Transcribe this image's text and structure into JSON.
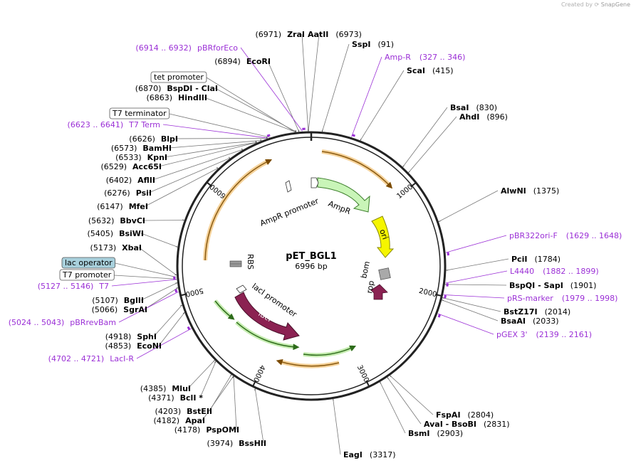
{
  "credit": {
    "prefix": "Created by",
    "brand": "SnapGene"
  },
  "plasmid": {
    "name": "pET_BGL1",
    "size_label": "6996 bp",
    "length": 6996
  },
  "colors": {
    "primer": "#9b30d6",
    "enzyme_text": "#000000",
    "coords_text": "#000000",
    "line": "#777777",
    "backbone": "#222222",
    "ampr": "#c9f5b8",
    "ori": "#f5f500",
    "laci": "#8b2252",
    "rop": "#8b2252",
    "bom": "#a9a9a9",
    "orf": "#f5b042",
    "orf_green": "#6cc24a"
  },
  "ticks": [
    {
      "label": "1000",
      "pos": 1000
    },
    {
      "label": "2000",
      "pos": 2000
    },
    {
      "label": "3000",
      "pos": 3000
    },
    {
      "label": "4000",
      "pos": 4000
    },
    {
      "label": "5000",
      "pos": 5000
    },
    {
      "label": "6000",
      "pos": 6000
    }
  ],
  "inner_labels": {
    "ampr_promoter": "AmpR promoter",
    "ampr": "AmpR",
    "ori": "ori",
    "bom": "bom",
    "rop": "rop",
    "lacI_promoter": "lacI promoter",
    "lacI": "lacI",
    "rbs": "RBS"
  },
  "enzymes_right": [
    {
      "name": "AatII",
      "coord": "(6973)",
      "pos": 6973
    },
    {
      "name": "SspI",
      "coord": "(91)",
      "pos": 91
    },
    {
      "name": "ScaI",
      "coord": "(415)",
      "pos": 415
    },
    {
      "name": "BsaI",
      "coord": "(830)",
      "pos": 830
    },
    {
      "name": "AhdI",
      "coord": "(896)",
      "pos": 896
    },
    {
      "name": "AlwNI",
      "coord": "(1375)",
      "pos": 1375
    },
    {
      "name": "PciI",
      "coord": "(1784)",
      "pos": 1784
    },
    {
      "name": "BspQI - SapI",
      "coord": "(1901)",
      "pos": 1901
    },
    {
      "name": "BstZ17I",
      "coord": "(2014)",
      "pos": 2014
    },
    {
      "name": "BsaAI",
      "coord": "(2033)",
      "pos": 2033
    },
    {
      "name": "FspAI",
      "coord": "(2804)",
      "pos": 2804
    },
    {
      "name": "AvaI - BsoBI",
      "coord": "(2831)",
      "pos": 2831
    },
    {
      "name": "BsmI",
      "coord": "(2903)",
      "pos": 2903
    },
    {
      "name": "EagI",
      "coord": "(3317)",
      "pos": 3317
    }
  ],
  "enzymes_left": [
    {
      "name": "ZraI",
      "coord": "(6971)",
      "pos": 6971
    },
    {
      "name": "EcoRI",
      "coord": "(6894)",
      "pos": 6894
    },
    {
      "name": "BspDI - ClaI",
      "coord": "(6870)",
      "pos": 6870
    },
    {
      "name": "HindIII",
      "coord": "(6863)",
      "pos": 6863
    },
    {
      "name": "BlpI",
      "coord": "(6626)",
      "pos": 6626
    },
    {
      "name": "BamHI",
      "coord": "(6573)",
      "pos": 6573
    },
    {
      "name": "KpnI",
      "coord": "(6533)",
      "pos": 6533
    },
    {
      "name": "Acc65I",
      "coord": "(6529)",
      "pos": 6529
    },
    {
      "name": "AflII",
      "coord": "(6402)",
      "pos": 6402
    },
    {
      "name": "PsiI",
      "coord": "(6276)",
      "pos": 6276
    },
    {
      "name": "MfeI",
      "coord": "(6147)",
      "pos": 6147
    },
    {
      "name": "BbvCI",
      "coord": "(5632)",
      "pos": 5632
    },
    {
      "name": "BsiWI",
      "coord": "(5405)",
      "pos": 5405
    },
    {
      "name": "XbaI",
      "coord": "(5173)",
      "pos": 5173
    },
    {
      "name": "BglII",
      "coord": "(5107)",
      "pos": 5107
    },
    {
      "name": "SgrAI",
      "coord": "(5066)",
      "pos": 5066
    },
    {
      "name": "SphI",
      "coord": "(4918)",
      "pos": 4918
    },
    {
      "name": "EcoNI",
      "coord": "(4853)",
      "pos": 4853
    },
    {
      "name": "MluI",
      "coord": "(4385)",
      "pos": 4385
    },
    {
      "name": "BclI *",
      "coord": "(4371)",
      "pos": 4371
    },
    {
      "name": "BstEII",
      "coord": "(4203)",
      "pos": 4203
    },
    {
      "name": "ApaI",
      "coord": "(4182)",
      "pos": 4182
    },
    {
      "name": "PspOMI",
      "coord": "(4178)",
      "pos": 4178
    },
    {
      "name": "BssHII",
      "coord": "(3974)",
      "pos": 3974
    }
  ],
  "primers": [
    {
      "name": "pBRforEco",
      "coord": "(6914 .. 6932)",
      "pos": 6923,
      "side": "left"
    },
    {
      "name": "T7 Term",
      "coord": "(6623 .. 6641)",
      "pos": 6632,
      "side": "left"
    },
    {
      "name": "T7",
      "coord": "(5127 .. 5146)",
      "pos": 5136,
      "side": "left"
    },
    {
      "name": "pBRrevBam",
      "coord": "(5024 .. 5043)",
      "pos": 5033,
      "side": "left"
    },
    {
      "name": "LacI-R",
      "coord": "(4702 .. 4721)",
      "pos": 4711,
      "side": "left"
    },
    {
      "name": "Amp-R",
      "coord": "(327 .. 346)",
      "pos": 336,
      "side": "right"
    },
    {
      "name": "pBR322ori-F",
      "coord": "(1629 .. 1648)",
      "pos": 1638,
      "side": "right"
    },
    {
      "name": "L4440",
      "coord": "(1882 .. 1899)",
      "pos": 1890,
      "side": "right"
    },
    {
      "name": "pRS-marker",
      "coord": "(1979 .. 1998)",
      "pos": 1988,
      "side": "right"
    },
    {
      "name": "pGEX 3'",
      "coord": "(2139 .. 2161)",
      "pos": 2150,
      "side": "right"
    }
  ],
  "features_boxed": [
    {
      "name": "tet promoter",
      "pos": 6860,
      "highlight": false
    },
    {
      "name": "T7 terminator",
      "pos": 6650,
      "highlight": false
    },
    {
      "name": "lac operator",
      "pos": 5155,
      "highlight": true
    },
    {
      "name": "T7 promoter",
      "pos": 5140,
      "highlight": false
    }
  ]
}
